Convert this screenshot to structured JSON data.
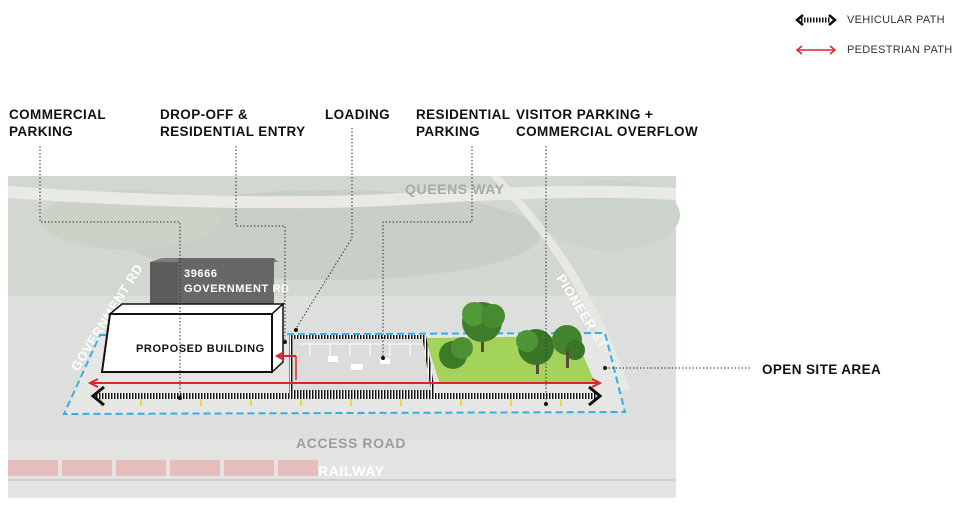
{
  "legend": {
    "vehicular": "VEHICULAR PATH",
    "pedestrian": "PEDESTRIAN PATH"
  },
  "labels": {
    "commercial_parking": [
      "COMMERCIAL",
      "PARKING"
    ],
    "dropoff": [
      "DROP-OFF &",
      "RESIDENTIAL ENTRY"
    ],
    "loading": [
      "LOADING"
    ],
    "residential_parking": [
      "RESIDENTIAL",
      "PARKING"
    ],
    "visitor_parking": [
      "VISITOR PARKING +",
      "COMMERCIAL OVERFLOW"
    ],
    "open_site": "OPEN SITE AREA"
  },
  "map": {
    "queens_way": "QUEENS WAY",
    "pioneer_st": "PIONEER ST",
    "government_rd": "GOVERNMENT RD",
    "access_road": "ACCESS ROAD",
    "railway": "RAILWAY",
    "existing_building": [
      "39666",
      "GOVERNMENT RD"
    ],
    "proposed_building": "PROPOSED BUILDING"
  },
  "colors": {
    "vehicular": "#111111",
    "pedestrian": "#d9262e",
    "site_boundary": "#35aee6",
    "open_site": "#a3d35a"
  }
}
